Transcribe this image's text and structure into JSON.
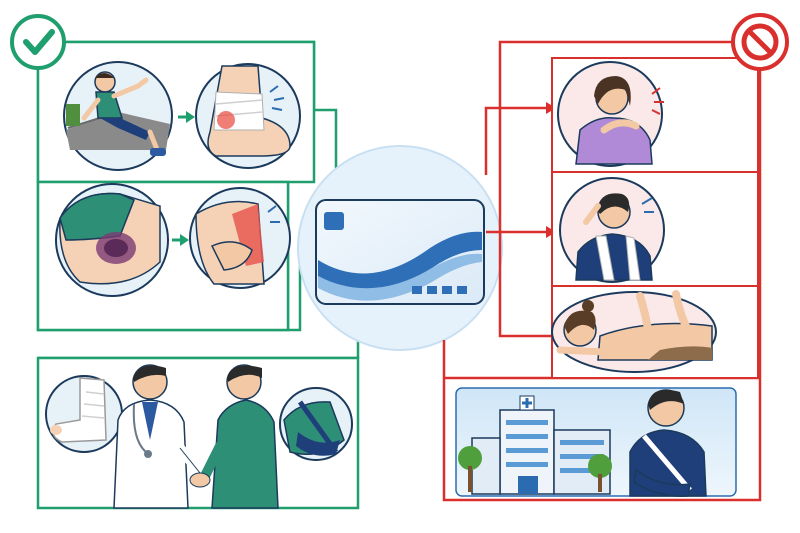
{
  "diagram": {
    "left_group": {
      "status_icon": "check-mark-icon",
      "accent_color": "#1f9e6e",
      "panels": [
        {
          "name": "sprain-scenario",
          "items": [
            "person-falling",
            "bandaged-ankle"
          ]
        },
        {
          "name": "bruise-scenario",
          "items": [
            "bruised-arm",
            "swollen-forearm"
          ]
        },
        {
          "name": "doctor-consultation",
          "items": [
            "casted-leg",
            "doctor-handshake",
            "arm-sling"
          ]
        }
      ]
    },
    "right_group": {
      "status_icon": "prohibition-icon",
      "accent_color": "#d9302e",
      "panels": [
        {
          "name": "shoulder-stiffness",
          "items": [
            "woman-shoulder-pain"
          ]
        },
        {
          "name": "fatigue",
          "items": [
            "man-with-towel-tired"
          ]
        },
        {
          "name": "massage",
          "items": [
            "woman-receiving-massage"
          ]
        },
        {
          "name": "hospital-visit",
          "items": [
            "hospital-building",
            "man-in-sling"
          ]
        }
      ]
    },
    "center": {
      "icon": "insurance-card-icon",
      "card_color": "#3a80c8"
    }
  }
}
